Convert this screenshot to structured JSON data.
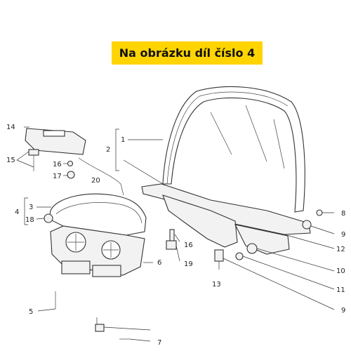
{
  "banner": {
    "text": "Na obrázku díl číslo 4"
  },
  "callouts": {
    "c1": "1",
    "c2": "2",
    "c3": "3",
    "c4": "4",
    "c5": "5",
    "c6": "6",
    "c7": "7",
    "c8": "8",
    "c9a": "9",
    "c9b": "9",
    "c10": "10",
    "c11": "11",
    "c12": "12",
    "c13": "13",
    "c14": "14",
    "c15": "15",
    "c16a": "16",
    "c16b": "16",
    "c17": "17",
    "c18": "18",
    "c19": "19",
    "c20": "20"
  },
  "colors": {
    "banner_bg": "#ffd400",
    "line": "#333333"
  }
}
